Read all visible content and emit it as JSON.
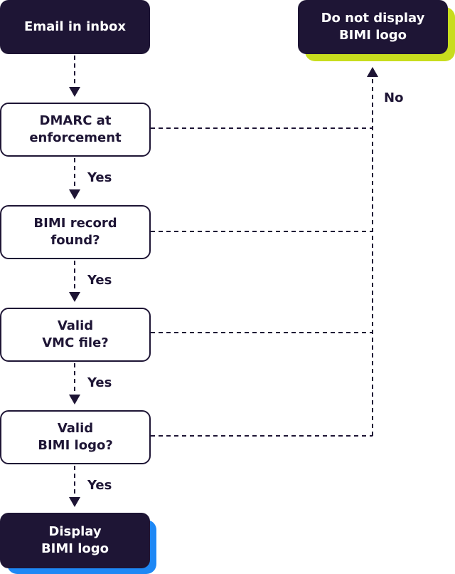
{
  "colors": {
    "navy": "#1e1535",
    "accent_lime": "#c8dd1e",
    "accent_blue": "#1e88f5"
  },
  "nodes": {
    "start": "Email in inbox",
    "dmarc": "DMARC at\nenforcement",
    "bimi_record": "BIMI record\nfound?",
    "vmc": "Valid\nVMC file?",
    "logo": "Valid\nBIMI logo?",
    "display": "Display\nBIMI logo",
    "no_display": "Do not display\nBIMI logo"
  },
  "labels": {
    "yes_1": "Yes",
    "yes_2": "Yes",
    "yes_3": "Yes",
    "yes_4": "Yes",
    "no": "No"
  }
}
